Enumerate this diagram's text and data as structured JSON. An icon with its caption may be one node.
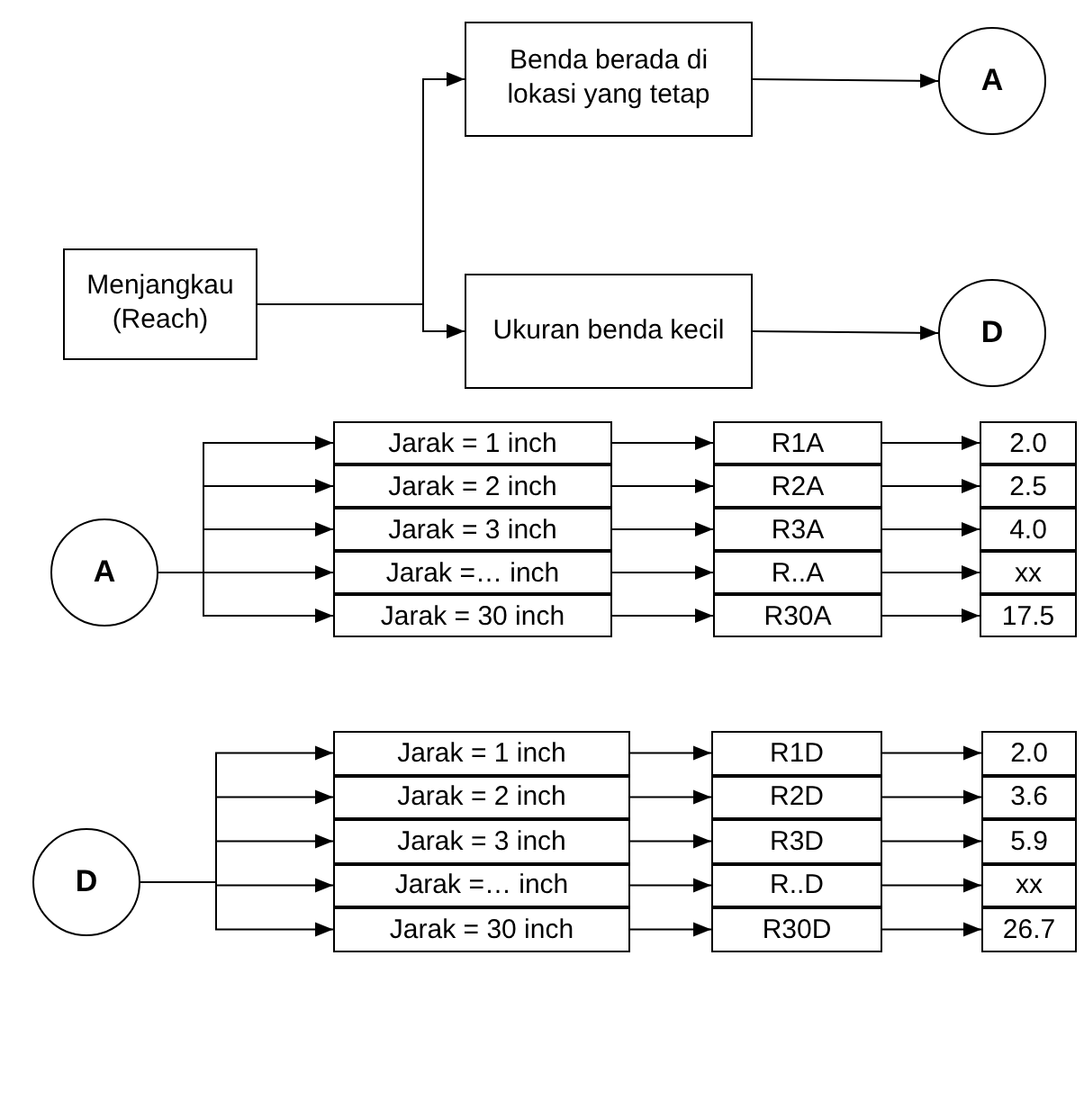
{
  "diagram": {
    "nodes": [
      {
        "text": [
          "Menjangkau (Reach)"
        ]
      },
      {
        "text": [
          "Benda berada di lokasi yang tetap"
        ]
      },
      {
        "text": [
          "A"
        ]
      },
      {
        "text": [
          "Ukuran benda kecil"
        ]
      },
      {
        "text": [
          "D"
        ]
      },
      {
        "text": [
          "A"
        ]
      },
      {
        "text": [
          "Jarak = 1 inch"
        ]
      },
      {
        "text": [
          "R1A"
        ]
      },
      {
        "text": [
          "2.0"
        ]
      },
      {
        "text": [
          "Jarak = 2 inch"
        ]
      },
      {
        "text": [
          "R2A"
        ]
      },
      {
        "text": [
          "2.5"
        ]
      },
      {
        "text": [
          "Jarak = 3 inch"
        ]
      },
      {
        "text": [
          "R3A"
        ]
      },
      {
        "text": [
          "4.0"
        ]
      },
      {
        "text": [
          "Jarak =… inch"
        ]
      },
      {
        "text": [
          "R..A"
        ]
      },
      {
        "text": [
          "xx"
        ]
      },
      {
        "text": [
          "Jarak = 30 inch"
        ]
      },
      {
        "text": [
          "R30A"
        ]
      },
      {
        "text": [
          "17.5"
        ]
      },
      {
        "text": [
          "D"
        ]
      },
      {
        "text": [
          "Jarak = 1 inch"
        ]
      },
      {
        "text": [
          "R1D"
        ]
      },
      {
        "text": [
          "2.0"
        ]
      },
      {
        "text": [
          "Jarak = 2 inch"
        ]
      },
      {
        "text": [
          "R2D"
        ]
      },
      {
        "text": [
          "3.6"
        ]
      },
      {
        "text": [
          "Jarak = 3 inch"
        ]
      },
      {
        "text": [
          "R3D"
        ]
      },
      {
        "text": [
          "5.9"
        ]
      },
      {
        "text": [
          "Jarak =… inch"
        ]
      },
      {
        "text": [
          "R..D"
        ]
      },
      {
        "text": [
          "xx"
        ]
      },
      {
        "text": [
          "Jarak = 30 inch"
        ]
      },
      {
        "text": [
          "R30D"
        ]
      },
      {
        "text": [
          "26.7"
        ]
      }
    ],
    "edges": [
      {
        "from": 0,
        "to": 1,
        "arrow": "to"
      },
      {
        "from": 0,
        "to": 3,
        "arrow": "to"
      },
      {
        "from": 1,
        "to": 2,
        "arrow": "to"
      },
      {
        "from": 3,
        "to": 4,
        "arrow": "to"
      },
      {
        "from": 5,
        "to": 6,
        "arrow": "to"
      },
      {
        "from": 6,
        "to": 7,
        "arrow": "to"
      },
      {
        "from": 7,
        "to": 8,
        "arrow": "to"
      },
      {
        "from": 5,
        "to": 9,
        "arrow": "to"
      },
      {
        "from": 9,
        "to": 10,
        "arrow": "to"
      },
      {
        "from": 10,
        "to": 11,
        "arrow": "to"
      },
      {
        "from": 5,
        "to": 12,
        "arrow": "to"
      },
      {
        "from": 12,
        "to": 13,
        "arrow": "to"
      },
      {
        "from": 13,
        "to": 14,
        "arrow": "to"
      },
      {
        "from": 5,
        "to": 15,
        "arrow": "to"
      },
      {
        "from": 15,
        "to": 16,
        "arrow": "to"
      },
      {
        "from": 16,
        "to": 17,
        "arrow": "to"
      },
      {
        "from": 5,
        "to": 18,
        "arrow": "to"
      },
      {
        "from": 18,
        "to": 19,
        "arrow": "to"
      },
      {
        "from": 19,
        "to": 20,
        "arrow": "to"
      },
      {
        "from": 21,
        "to": 22,
        "arrow": "to"
      },
      {
        "from": 22,
        "to": 23,
        "arrow": "to"
      },
      {
        "from": 23,
        "to": 24,
        "arrow": "to"
      },
      {
        "from": 21,
        "to": 25,
        "arrow": "to"
      },
      {
        "from": 25,
        "to": 26,
        "arrow": "to"
      },
      {
        "from": 26,
        "to": 27,
        "arrow": "to"
      },
      {
        "from": 21,
        "to": 28,
        "arrow": "to"
      },
      {
        "from": 28,
        "to": 29,
        "arrow": "to"
      },
      {
        "from": 29,
        "to": 30,
        "arrow": "to"
      },
      {
        "from": 21,
        "to": 31,
        "arrow": "to"
      },
      {
        "from": 31,
        "to": 32,
        "arrow": "to"
      },
      {
        "from": 32,
        "to": 33,
        "arrow": "to"
      },
      {
        "from": 21,
        "to": 34,
        "arrow": "to"
      },
      {
        "from": 34,
        "to": 35,
        "arrow": "to"
      },
      {
        "from": 35,
        "to": 36,
        "arrow": "to"
      }
    ]
  }
}
